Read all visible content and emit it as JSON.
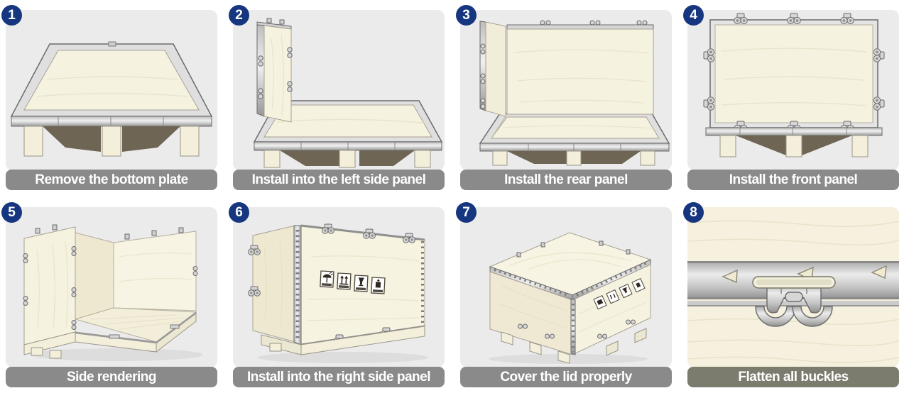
{
  "colors": {
    "page_bg": "#ffffff",
    "badge_bg": "#16367f",
    "badge_text": "#ffffff",
    "card_bg": "#ebebeb",
    "caption_bg": "#8a8a8a",
    "caption_alt_bg": "#7b7b6e",
    "caption_text": "#ffffff",
    "wood": "#f6f2e0",
    "metal": "#d9d9d9"
  },
  "steps": [
    {
      "number": "1",
      "caption": "Remove the bottom plate",
      "illustration": "pallet-bottom-plate"
    },
    {
      "number": "2",
      "caption": "Install into the left side panel",
      "illustration": "pallet-with-left-panel"
    },
    {
      "number": "3",
      "caption": "Install the rear panel",
      "illustration": "pallet-with-left-and-rear-panels"
    },
    {
      "number": "4",
      "caption": "Install the front panel",
      "illustration": "front-panel-with-buckles"
    },
    {
      "number": "5",
      "caption": "Side rendering",
      "illustration": "open-crate-three-sides"
    },
    {
      "number": "6",
      "caption": "Install into the right side panel",
      "illustration": "crate-with-shipping-marks"
    },
    {
      "number": "7",
      "caption": "Cover the lid properly",
      "illustration": "closed-crate-with-lid"
    },
    {
      "number": "8",
      "caption": "Flatten all buckles",
      "illustration": "buckle-closeup"
    }
  ],
  "shipping_marks": [
    "keep-dry",
    "this-way-up",
    "fragile",
    "keep-upright"
  ]
}
